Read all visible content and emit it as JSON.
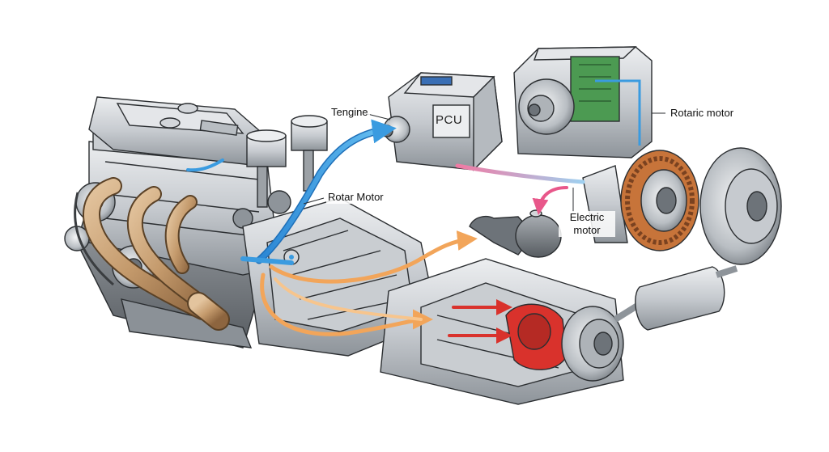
{
  "labels": {
    "tengine": "Tengine",
    "pcu": "PCU",
    "rotaric_motor": "Rotaric motor",
    "rotar_motor": "Rotar Motor",
    "electric_motor": "Electric motor"
  },
  "colors": {
    "metal_light": "#d9dcdf",
    "metal_mid": "#aeb3b8",
    "metal_dark": "#6d7379",
    "outline": "#2b2e31",
    "exhaust_copper": "#c49a6c",
    "flow_blue": "#3a9be0",
    "flow_orange": "#f2a55a",
    "flow_pink": "#e8578a",
    "flow_red": "#d9322c",
    "circuit_green": "#4c9a52",
    "stator_copper": "#c7743a"
  }
}
